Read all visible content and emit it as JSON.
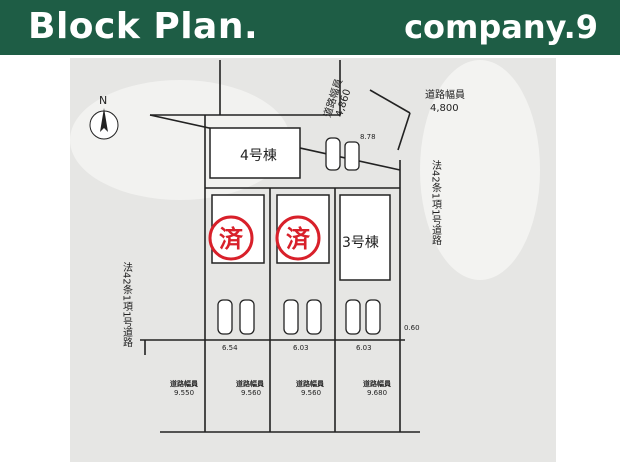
{
  "header": {
    "title": "Block Plan.",
    "brand": "company.9",
    "color": "#1e5d45"
  },
  "plan": {
    "compass": "N",
    "lots": [
      {
        "label": "4号棟"
      },
      {
        "label": "済",
        "sold": true
      },
      {
        "label": "済",
        "sold": true
      },
      {
        "label": "3号棟"
      }
    ],
    "sold_color": "#d8202a",
    "frontages": [
      "6.54",
      "6.03",
      "6.03",
      "0.60"
    ],
    "road_top_left": {
      "label": "道路幅員",
      "value": "4,860"
    },
    "road_top_right": {
      "label": "道路幅員",
      "value": "4,800"
    },
    "corner_len": "8.78",
    "legal_road_right": "法42条1項1号道路",
    "legal_road_left": "法42条1項1号道路",
    "bottom_roads": [
      {
        "label": "道路幅員",
        "value": "9.550"
      },
      {
        "label": "道路幅員",
        "value": "9.560"
      },
      {
        "label": "道路幅員",
        "value": "9.560"
      },
      {
        "label": "道路幅員",
        "value": "9.680"
      }
    ]
  }
}
